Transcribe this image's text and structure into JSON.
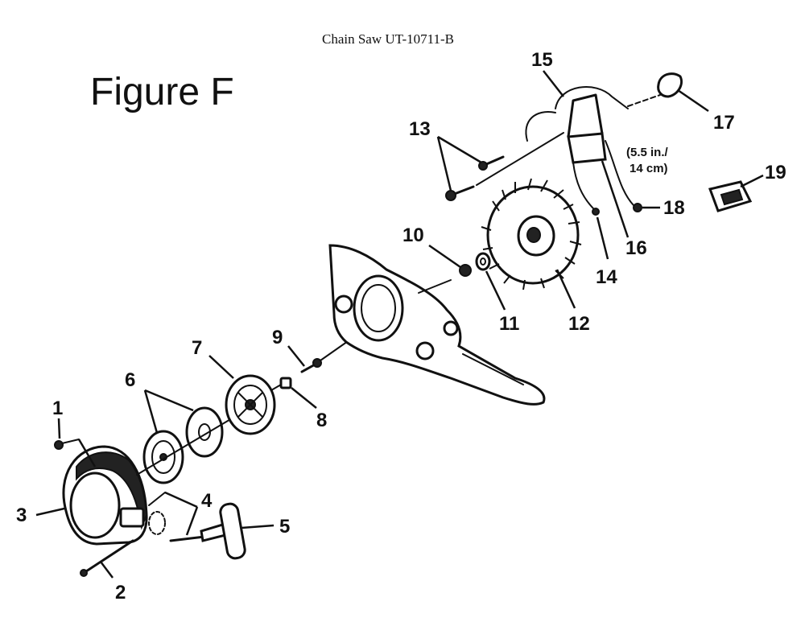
{
  "header": {
    "title": "Chain Saw UT-10711-B",
    "figure": "Figure F"
  },
  "callouts": {
    "p1": "1",
    "p2": "2",
    "p3": "3",
    "p4": "4",
    "p5": "5",
    "p6": "6",
    "p7": "7",
    "p8": "8",
    "p9": "9",
    "p10": "10",
    "p11": "11",
    "p12": "12",
    "p13": "13",
    "p14": "14",
    "p15": "15",
    "p16": "16",
    "p17": "17",
    "p18": "18",
    "p19": "19"
  },
  "notes": {
    "wire_length_1": "(5.5 in./",
    "wire_length_2": "14 cm)"
  }
}
